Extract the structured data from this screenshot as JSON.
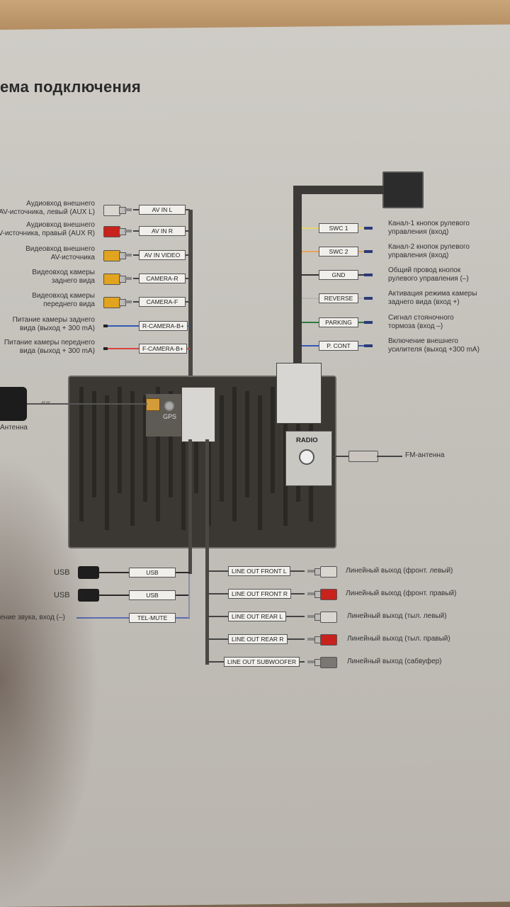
{
  "title": "ема подключения",
  "left_inputs": [
    {
      "desc": "Аудиовход внешнего\nAV-источника, левый (AUX L)",
      "tag": "AV IN L",
      "color": "#d9d6d0"
    },
    {
      "desc": "Аудиовход внешнего\nAV-источника, правый (AUX R)",
      "tag": "AV IN R",
      "color": "#c8221c"
    },
    {
      "desc": "Видеовход внешнего\nAV-источника",
      "tag": "AV IN VIDEO",
      "color": "#e2a41f"
    },
    {
      "desc": "Видеовход камеры\nзаднего вида",
      "tag": "CAMERA-R",
      "color": "#e2a41f"
    },
    {
      "desc": "Видеовход камеры\nпереднего вида",
      "tag": "CAMERA-F",
      "color": "#e2a41f"
    },
    {
      "desc": "Питание камеры заднего\nвида (выход + 300 mA)",
      "tag": "R-CAMERA-B+",
      "color": "#3358b5"
    },
    {
      "desc": "Питание камеры переднего\nвида (выход + 300 mA)",
      "tag": "F-CAMERA-B+",
      "color": "#d6443b"
    }
  ],
  "right_inputs": [
    {
      "tag": "SWC 1",
      "desc": "Канал-1 кнопок рулевого\nуправления (вход)",
      "color": "#e6d56d"
    },
    {
      "tag": "SWC 2",
      "desc": "Канал-2 кнопок рулевого\nуправления (вход)",
      "color": "#e8a45b"
    },
    {
      "tag": "GND",
      "desc": "Общий провод кнопок\nрулевого управления (–)",
      "color": "#333333"
    },
    {
      "tag": "REVERSE",
      "desc": "Активация режима камеры\nзаднего вида (вход +)",
      "color": "#b9b6b0"
    },
    {
      "tag": "PARKING",
      "desc": "Сигнал стояночного\nтормоза (вход –)",
      "color": "#2f7a3c"
    },
    {
      "tag": "P. CONT",
      "desc": "Включение внешнего\nусилителя (выход +300 mA)",
      "color": "#3358b5"
    }
  ],
  "gps_label": "GPS",
  "antenna_label": "Антенна",
  "radio_label": "RADIO",
  "fm_label": "FM-антенна",
  "bottom_left": [
    {
      "side": "USB",
      "tag": "USB"
    },
    {
      "side": "USB",
      "tag": "USB"
    },
    {
      "side": "ение звука, вход (–)",
      "tag": "TEL-MUTE"
    }
  ],
  "bottom_right": [
    {
      "tag": "LINE OUT FRONT L",
      "desc": "Линейный выход (фронт. левый)",
      "color": "#d9d6d0"
    },
    {
      "tag": "LINE OUT FRONT R",
      "desc": "Линейный выход (фронт. правый)",
      "color": "#c8221c"
    },
    {
      "tag": "LINE OUT REAR L",
      "desc": "Линейный выход (тыл. левый)",
      "color": "#d9d6d0"
    },
    {
      "tag": "LINE OUT REAR R",
      "desc": "Линейный выход (тыл. правый)",
      "color": "#c8221c"
    },
    {
      "tag": "LINE OUT SUBWOOFER",
      "desc": "Линейный выход (сабвуфер)",
      "color": "#7a7672"
    }
  ]
}
